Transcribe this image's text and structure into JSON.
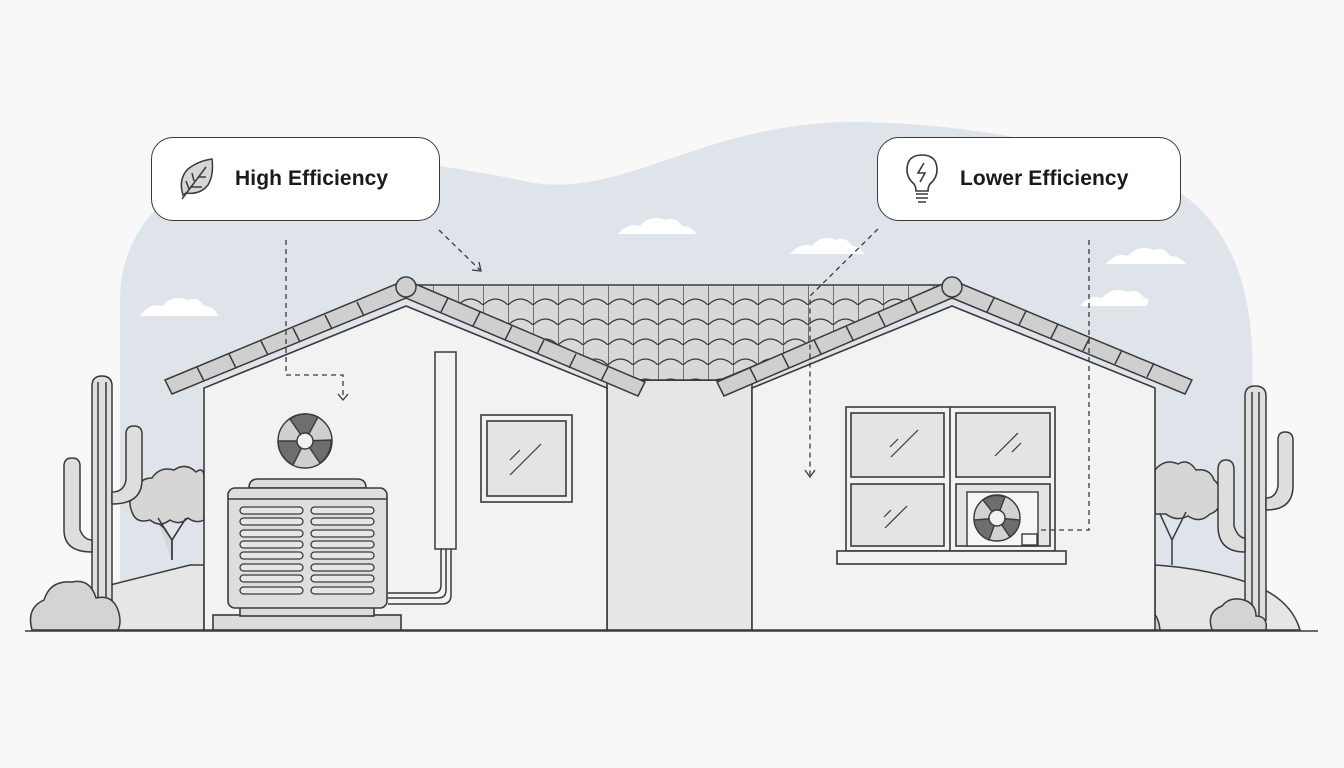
{
  "illustration": {
    "subject": "house-with-hvac-comparison",
    "colors": {
      "background": "#f8f8f8",
      "sky_blob": "#dfe4eb",
      "line": "#3a3a3a",
      "fill_light": "#ececec",
      "fill_mid": "#d4d4d4",
      "fill_dark": "#6e6e6e",
      "cloud": "#ffffff"
    }
  },
  "labels": {
    "high": {
      "text": "High Efficiency",
      "icon": "leaf-icon",
      "points_to": "central-ac-unit"
    },
    "low": {
      "text": "Lower Efficiency",
      "icon": "lightbulb-icon",
      "points_to": "window-ac-unit"
    }
  }
}
